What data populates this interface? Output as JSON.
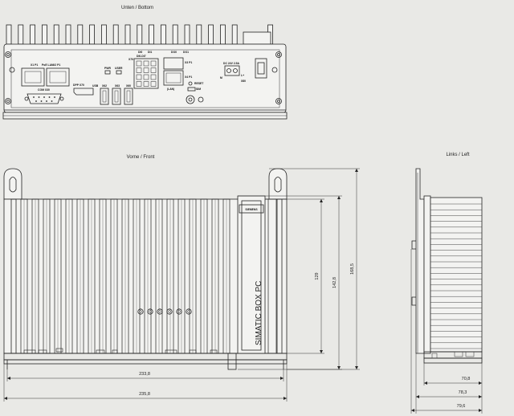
{
  "views": {
    "bottom_title": "Unten / Bottom",
    "front_title": "Vorne / Front",
    "left_title": "Links / Left"
  },
  "bottom_labels": {
    "x1": "X1 P1",
    "poe_lan": "PoE LAN",
    "x2": "X2 P1",
    "com": "COM X30",
    "dpp": "DPP X70",
    "usb": "USB",
    "x62": "X62",
    "x63": "X63",
    "x60": "X60",
    "pwr": "PWR",
    "user": "USER",
    "x70": "X70",
    "di0": "DI0",
    "di1": "DI1",
    "do0": "DO0",
    "do1": "DO1",
    "dio": "DI0-DI7",
    "x3": "X3 P1",
    "lan": "(LAN)",
    "x4": "X4 P1",
    "reset": "RESET",
    "sim": "SIM",
    "dc": "DC 24V 2.5A",
    "m": "M",
    "l": "L+",
    "x80": "X80"
  },
  "front_labels": {
    "brand": "SIEMENS",
    "product": "SIMATIC BOX PC"
  },
  "dimensions": {
    "d129": "129",
    "d142": "142,8",
    "d168": "168,5",
    "d233": "233,8",
    "d235": "235,8",
    "d70": "70,8",
    "d78": "78,3",
    "d79": "79,6"
  }
}
